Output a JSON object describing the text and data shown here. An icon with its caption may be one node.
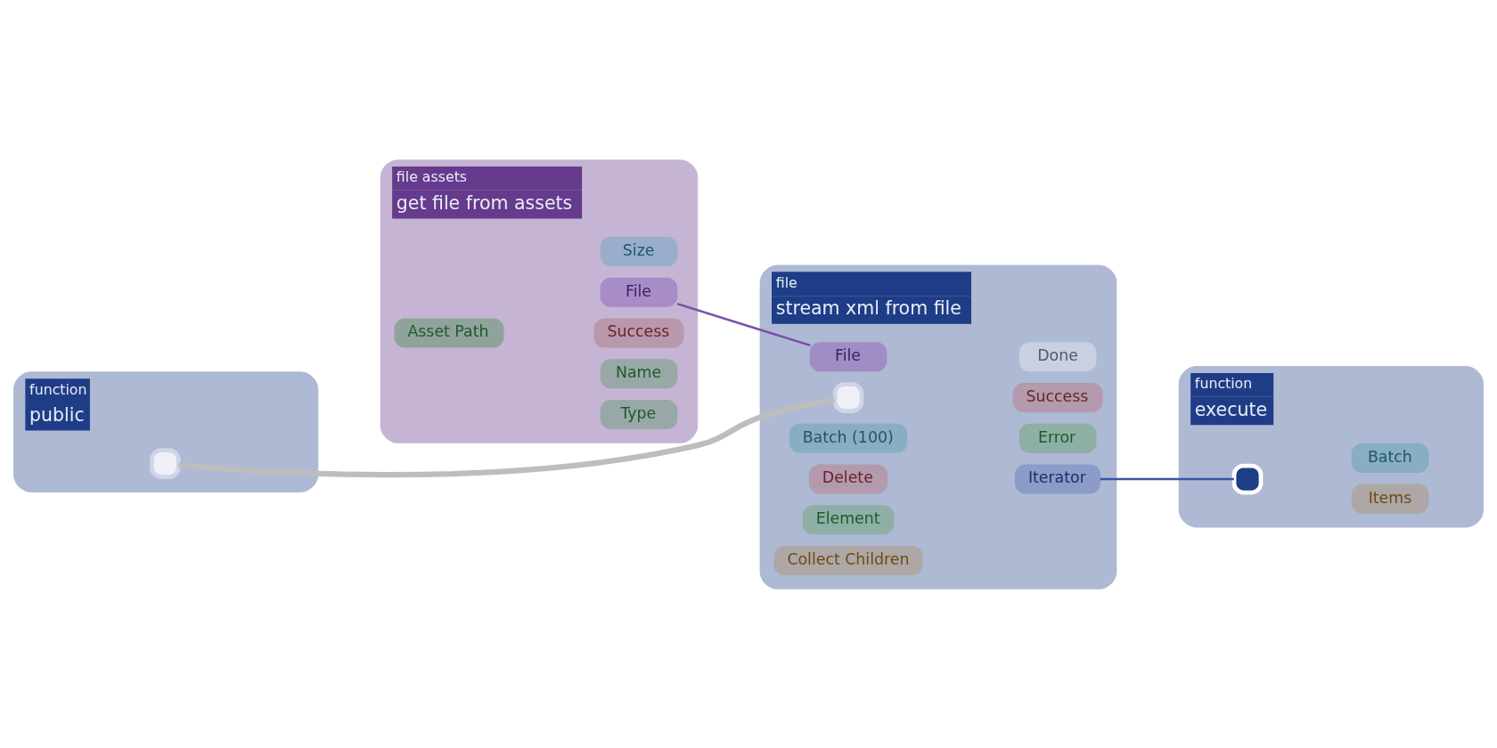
{
  "diagram": {
    "nodes": [
      {
        "text": [
          "function",
          "public"
        ]
      },
      {
        "text": [],
        "shape": "box",
        "in": 0
      },
      {
        "text": [
          "file assets",
          "get file from assets"
        ]
      },
      {
        "text": [
          "Asset Path"
        ],
        "in": 2
      },
      {
        "text": [
          "Success"
        ],
        "in": 2
      },
      {
        "text": [
          "File"
        ],
        "in": 2
      },
      {
        "text": [
          "Name"
        ],
        "in": 2
      },
      {
        "text": [
          "Type"
        ],
        "in": 2
      },
      {
        "text": [
          "Size"
        ],
        "in": 2
      },
      {
        "text": [
          "file",
          "stream xml from file"
        ]
      },
      {
        "text": [],
        "shape": "box",
        "in": 9
      },
      {
        "text": [
          "File"
        ],
        "in": 9
      },
      {
        "text": [
          "Batch (100)"
        ],
        "in": 9
      },
      {
        "text": [
          "Delete"
        ],
        "in": 9
      },
      {
        "text": [
          "Element"
        ],
        "in": 9
      },
      {
        "text": [
          "Collect Children"
        ],
        "in": 9
      },
      {
        "text": [
          "Done"
        ],
        "in": 9
      },
      {
        "text": [
          "Success"
        ],
        "in": 9
      },
      {
        "text": [
          "Error"
        ],
        "in": 9
      },
      {
        "text": [
          "Iterator"
        ],
        "in": 9
      },
      {
        "text": [
          "function",
          "execute"
        ]
      },
      {
        "text": [],
        "shape": "box",
        "in": 20
      },
      {
        "text": [
          "Batch"
        ],
        "in": 20
      },
      {
        "text": [
          "Items"
        ],
        "in": 20
      }
    ],
    "edges": [
      {
        "from": 1,
        "to": 10,
        "arrow": "none",
        "style": "thick",
        "color": "#bdbdbd"
      },
      {
        "from": 5,
        "to": 11,
        "arrow": "none",
        "color": "#7b4fa6"
      },
      {
        "from": 19,
        "to": 21,
        "arrow": "none",
        "color": "#3a55a8"
      }
    ]
  }
}
